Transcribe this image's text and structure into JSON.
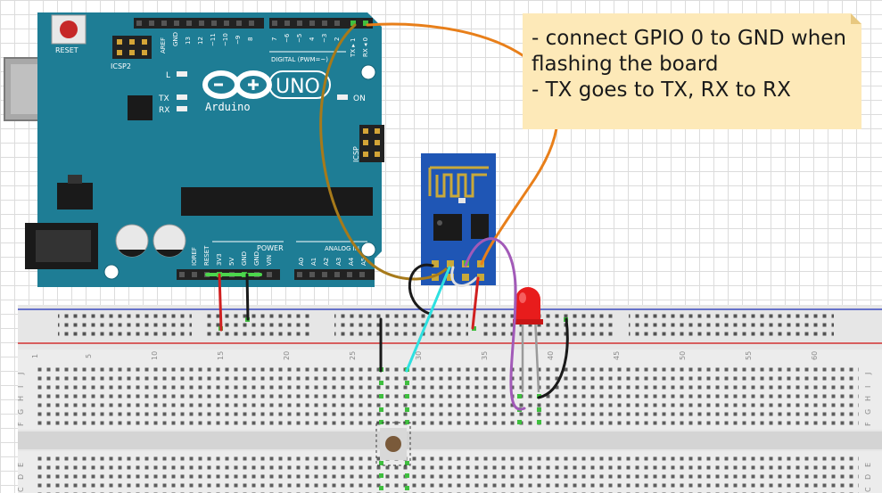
{
  "note": {
    "lines": [
      "- connect GPIO 0 to GND when flashing the board",
      "- TX goes to TX, RX to RX"
    ]
  },
  "arduino": {
    "reset_label": "RESET",
    "icsp2_label": "ICSP2",
    "icsp_label": "ICSP",
    "brand": "Arduino",
    "model": "UNO",
    "digital_label": "DIGITAL (PWM=~)",
    "analog_label": "ANALOG IN",
    "power_label": "POWER",
    "on_label": "ON",
    "l_label": "L",
    "tx_label": "TX",
    "rx_label": "RX",
    "top_pins": [
      "AREF",
      "GND",
      "13",
      "12",
      "~11",
      "~10",
      "~9",
      "8",
      "7",
      "~6",
      "~5",
      "4",
      "~3",
      "2",
      "TX ▸ 1",
      "RX ◂ 0"
    ],
    "power_pins": [
      "IOREF",
      "RESET",
      "3V3",
      "5V",
      "GND",
      "GND",
      "VIN"
    ],
    "analog_pins": [
      "A0",
      "A1",
      "A2",
      "A3",
      "A4",
      "A5"
    ]
  },
  "breadboard": {
    "column_numbers": [
      "1",
      "5",
      "10",
      "15",
      "20",
      "25",
      "30",
      "35",
      "40",
      "45",
      "50",
      "55",
      "60"
    ],
    "row_letters": [
      "J",
      "I",
      "H",
      "G",
      "F",
      "E",
      "D",
      "C"
    ]
  },
  "colors": {
    "board": "#1e7d95",
    "orange_wire": "#e87f1a",
    "brown_wire": "#a77a1a",
    "cyan_wire": "#2ee0e0",
    "purple_wire": "#a25ab8",
    "red_wire": "#d02020",
    "black_wire": "#1a1a1a",
    "led": "#e81c1c",
    "esp_board": "#1f56b5",
    "note_bg": "#fde9b8"
  }
}
